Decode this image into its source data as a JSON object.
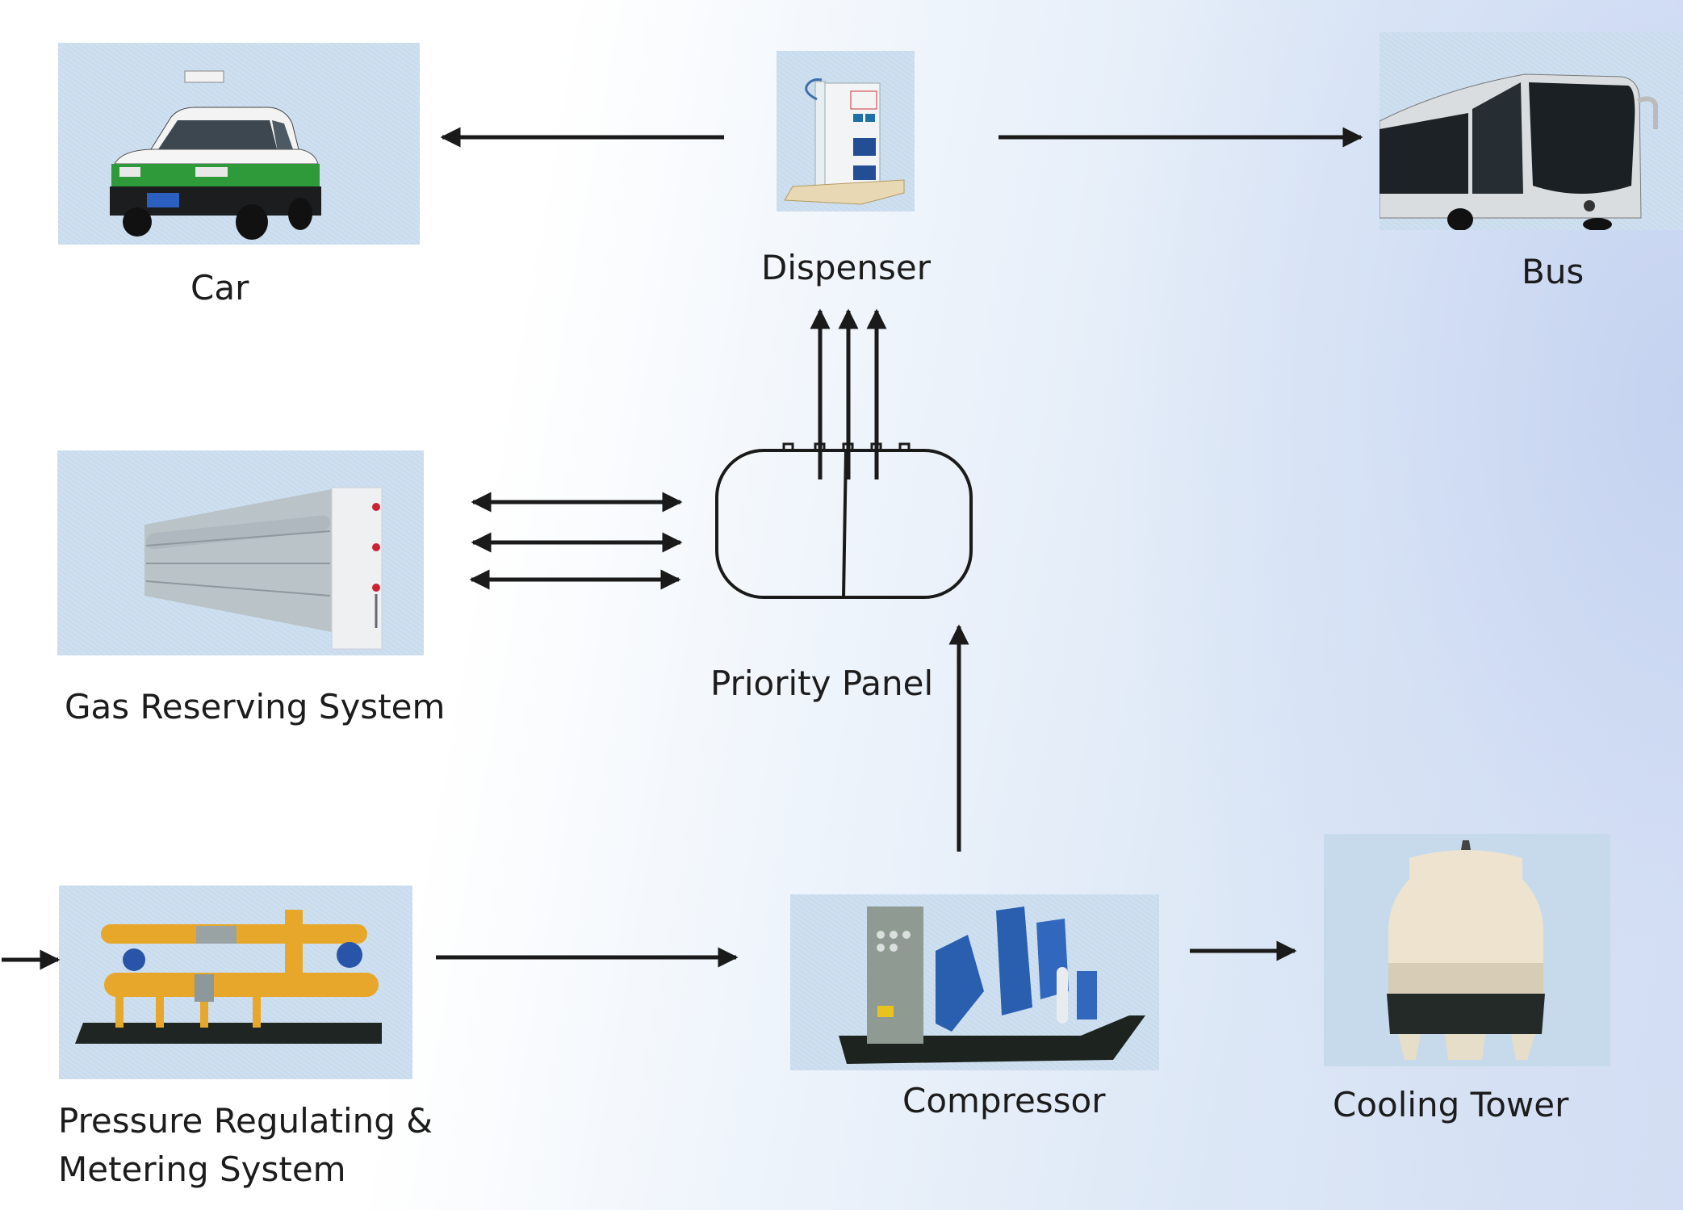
{
  "diagram": {
    "title": "CNG Station Process Flow",
    "nodes": {
      "car": {
        "label": "Car",
        "icon": "taxi-car-photo"
      },
      "dispenser": {
        "label": "Dispenser",
        "icon": "gas-dispenser-photo"
      },
      "bus": {
        "label": "Bus",
        "icon": "city-bus-photo"
      },
      "gas_reserving": {
        "label": "Gas Reserving System",
        "icon": "gas-storage-cylinders-photo"
      },
      "priority_panel": {
        "label": "Priority Panel",
        "icon": "priority-panel-shape"
      },
      "prm": {
        "label_line1": "Pressure Regulating &",
        "label_line2": "Metering System",
        "icon": "pressure-regulating-skid-photo"
      },
      "compressor": {
        "label": "Compressor",
        "icon": "compressor-skid-photo"
      },
      "cooling_tower": {
        "label": "Cooling Tower",
        "icon": "cooling-tower-photo"
      }
    },
    "edges": [
      {
        "from": "inlet",
        "to": "prm",
        "type": "arrow"
      },
      {
        "from": "prm",
        "to": "compressor",
        "type": "arrow"
      },
      {
        "from": "compressor",
        "to": "cooling_tower",
        "type": "arrow"
      },
      {
        "from": "compressor",
        "to": "priority_panel",
        "type": "arrow"
      },
      {
        "from": "priority_panel",
        "to": "gas_reserving",
        "type": "double-arrow",
        "count": 3
      },
      {
        "from": "priority_panel",
        "to": "dispenser",
        "type": "arrow",
        "count": 3
      },
      {
        "from": "dispenser",
        "to": "car",
        "type": "arrow"
      },
      {
        "from": "dispenser",
        "to": "bus",
        "type": "arrow"
      }
    ],
    "colors": {
      "line": "#1a1a1a",
      "photo_bg": "#c9dcee",
      "taxi_green": "#2f9a3a",
      "pipe_yellow": "#e7a72a",
      "compressor_blue": "#2a5fb0"
    }
  }
}
